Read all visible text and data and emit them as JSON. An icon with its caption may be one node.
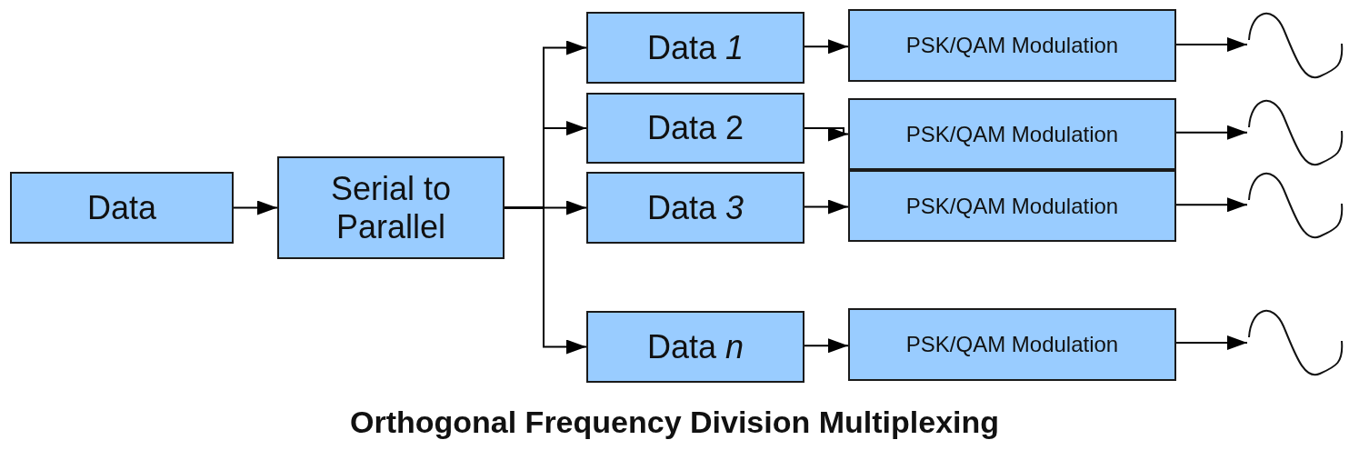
{
  "diagram": {
    "title": "Orthogonal Frequency Division Multiplexing",
    "nodes": [
      {
        "text": [
          "Data"
        ]
      },
      {
        "text": [
          "Serial to Parallel"
        ]
      },
      {
        "text": [
          "Data *1*"
        ]
      },
      {
        "text": [
          "Data 2"
        ]
      },
      {
        "text": [
          "Data *3*"
        ]
      },
      {
        "text": [
          "Data *n*"
        ]
      },
      {
        "text": [
          "PSK/QAM Modulation"
        ]
      },
      {
        "text": [
          "PSK/QAM Modulation"
        ]
      },
      {
        "text": [
          "PSK/QAM Modulation"
        ]
      },
      {
        "text": [
          "PSK/QAM Modulation"
        ]
      },
      {
        "text": [],
        "shape": "wave"
      },
      {
        "text": [],
        "shape": "wave"
      },
      {
        "text": [],
        "shape": "wave"
      },
      {
        "text": [],
        "shape": "wave"
      }
    ],
    "edges": [
      {
        "from": 0,
        "to": 1,
        "arrow": "to"
      },
      {
        "from": 1,
        "to": 2,
        "arrow": "to"
      },
      {
        "from": 1,
        "to": 3,
        "arrow": "to"
      },
      {
        "from": 1,
        "to": 4,
        "arrow": "to"
      },
      {
        "from": 1,
        "to": 5,
        "arrow": "to"
      },
      {
        "from": 2,
        "to": 6,
        "arrow": "to"
      },
      {
        "from": 3,
        "to": 7,
        "arrow": "to"
      },
      {
        "from": 4,
        "to": 8,
        "arrow": "to"
      },
      {
        "from": 5,
        "to": 9,
        "arrow": "to"
      },
      {
        "from": 6,
        "to": 10,
        "arrow": "to"
      },
      {
        "from": 7,
        "to": 11,
        "arrow": "to"
      },
      {
        "from": 8,
        "to": 12,
        "arrow": "to"
      },
      {
        "from": 9,
        "to": 13,
        "arrow": "to"
      }
    ]
  }
}
